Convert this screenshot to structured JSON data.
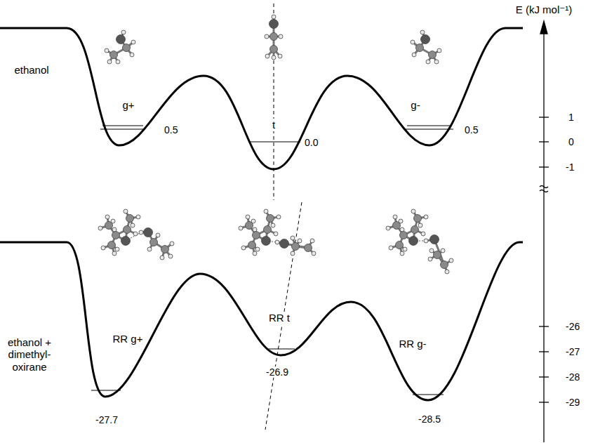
{
  "diagram": {
    "labels": [
      "E (kJ mol⁻¹)",
      "ethanol",
      "g+",
      "t",
      "g-",
      "0.5",
      "0.0",
      "0.5",
      "1",
      "0",
      "-1",
      "ethanol + dimethyl- oxirane",
      "RR g+",
      "RR t",
      "RR g-",
      "-27.7",
      "-26.9",
      "-28.5",
      "-26",
      "-27",
      "-28",
      "-29"
    ]
  }
}
